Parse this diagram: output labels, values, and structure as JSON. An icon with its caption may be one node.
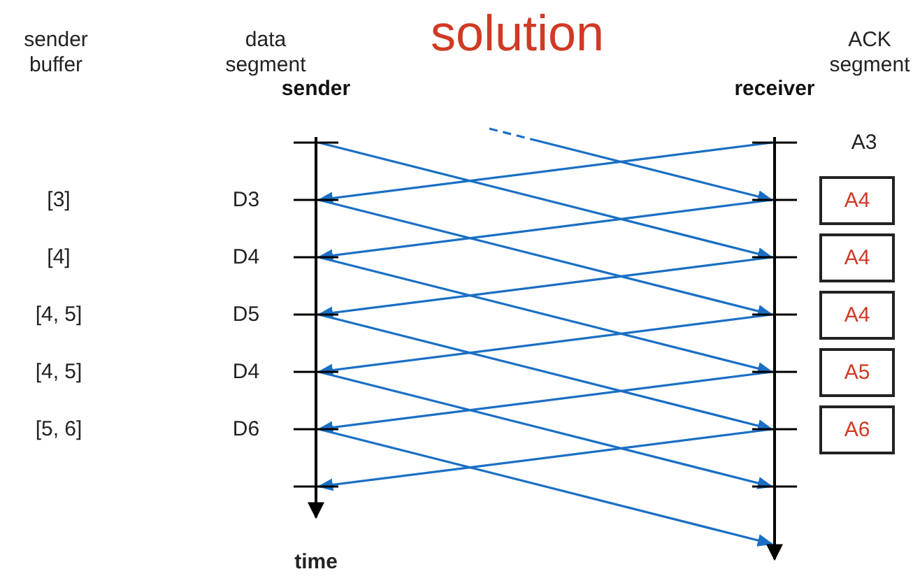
{
  "diagram": {
    "title": "solution",
    "nodes": [
      {
        "text": [
          "sender"
        ]
      },
      {
        "text": [
          "receiver"
        ]
      },
      {
        "text": [
          "A4"
        ]
      },
      {
        "text": [
          "A4"
        ]
      },
      {
        "text": [
          "A4"
        ]
      },
      {
        "text": [
          "A5"
        ]
      },
      {
        "text": [
          "A6"
        ]
      }
    ],
    "edges": [
      {
        "from": null,
        "to": 1,
        "arrow": "to",
        "style": "dashed"
      },
      {
        "from": 0,
        "to": 1,
        "arrow": "to"
      },
      {
        "from": 0,
        "to": 1,
        "arrow": "to"
      },
      {
        "from": 0,
        "to": 1,
        "arrow": "to"
      },
      {
        "from": 0,
        "to": 1,
        "arrow": "to"
      },
      {
        "from": 0,
        "to": 1,
        "arrow": "to"
      },
      {
        "from": 0,
        "to": 1,
        "arrow": "to"
      },
      {
        "from": 1,
        "to": 0,
        "arrow": "to"
      },
      {
        "from": 1,
        "to": 0,
        "arrow": "to"
      },
      {
        "from": 1,
        "to": 0,
        "arrow": "to"
      },
      {
        "from": 1,
        "to": 0,
        "arrow": "to"
      },
      {
        "from": 1,
        "to": 0,
        "arrow": "to"
      },
      {
        "from": 1,
        "to": 0,
        "arrow": "to"
      }
    ],
    "labels": [
      "sender buffer",
      "data segment",
      "ACK segment",
      "A3",
      "[3]",
      "D3",
      "[4]",
      "D4",
      "[4, 5]",
      "D5",
      "[4, 5]",
      "D4",
      "[5, 6]",
      "D6",
      "time"
    ]
  }
}
